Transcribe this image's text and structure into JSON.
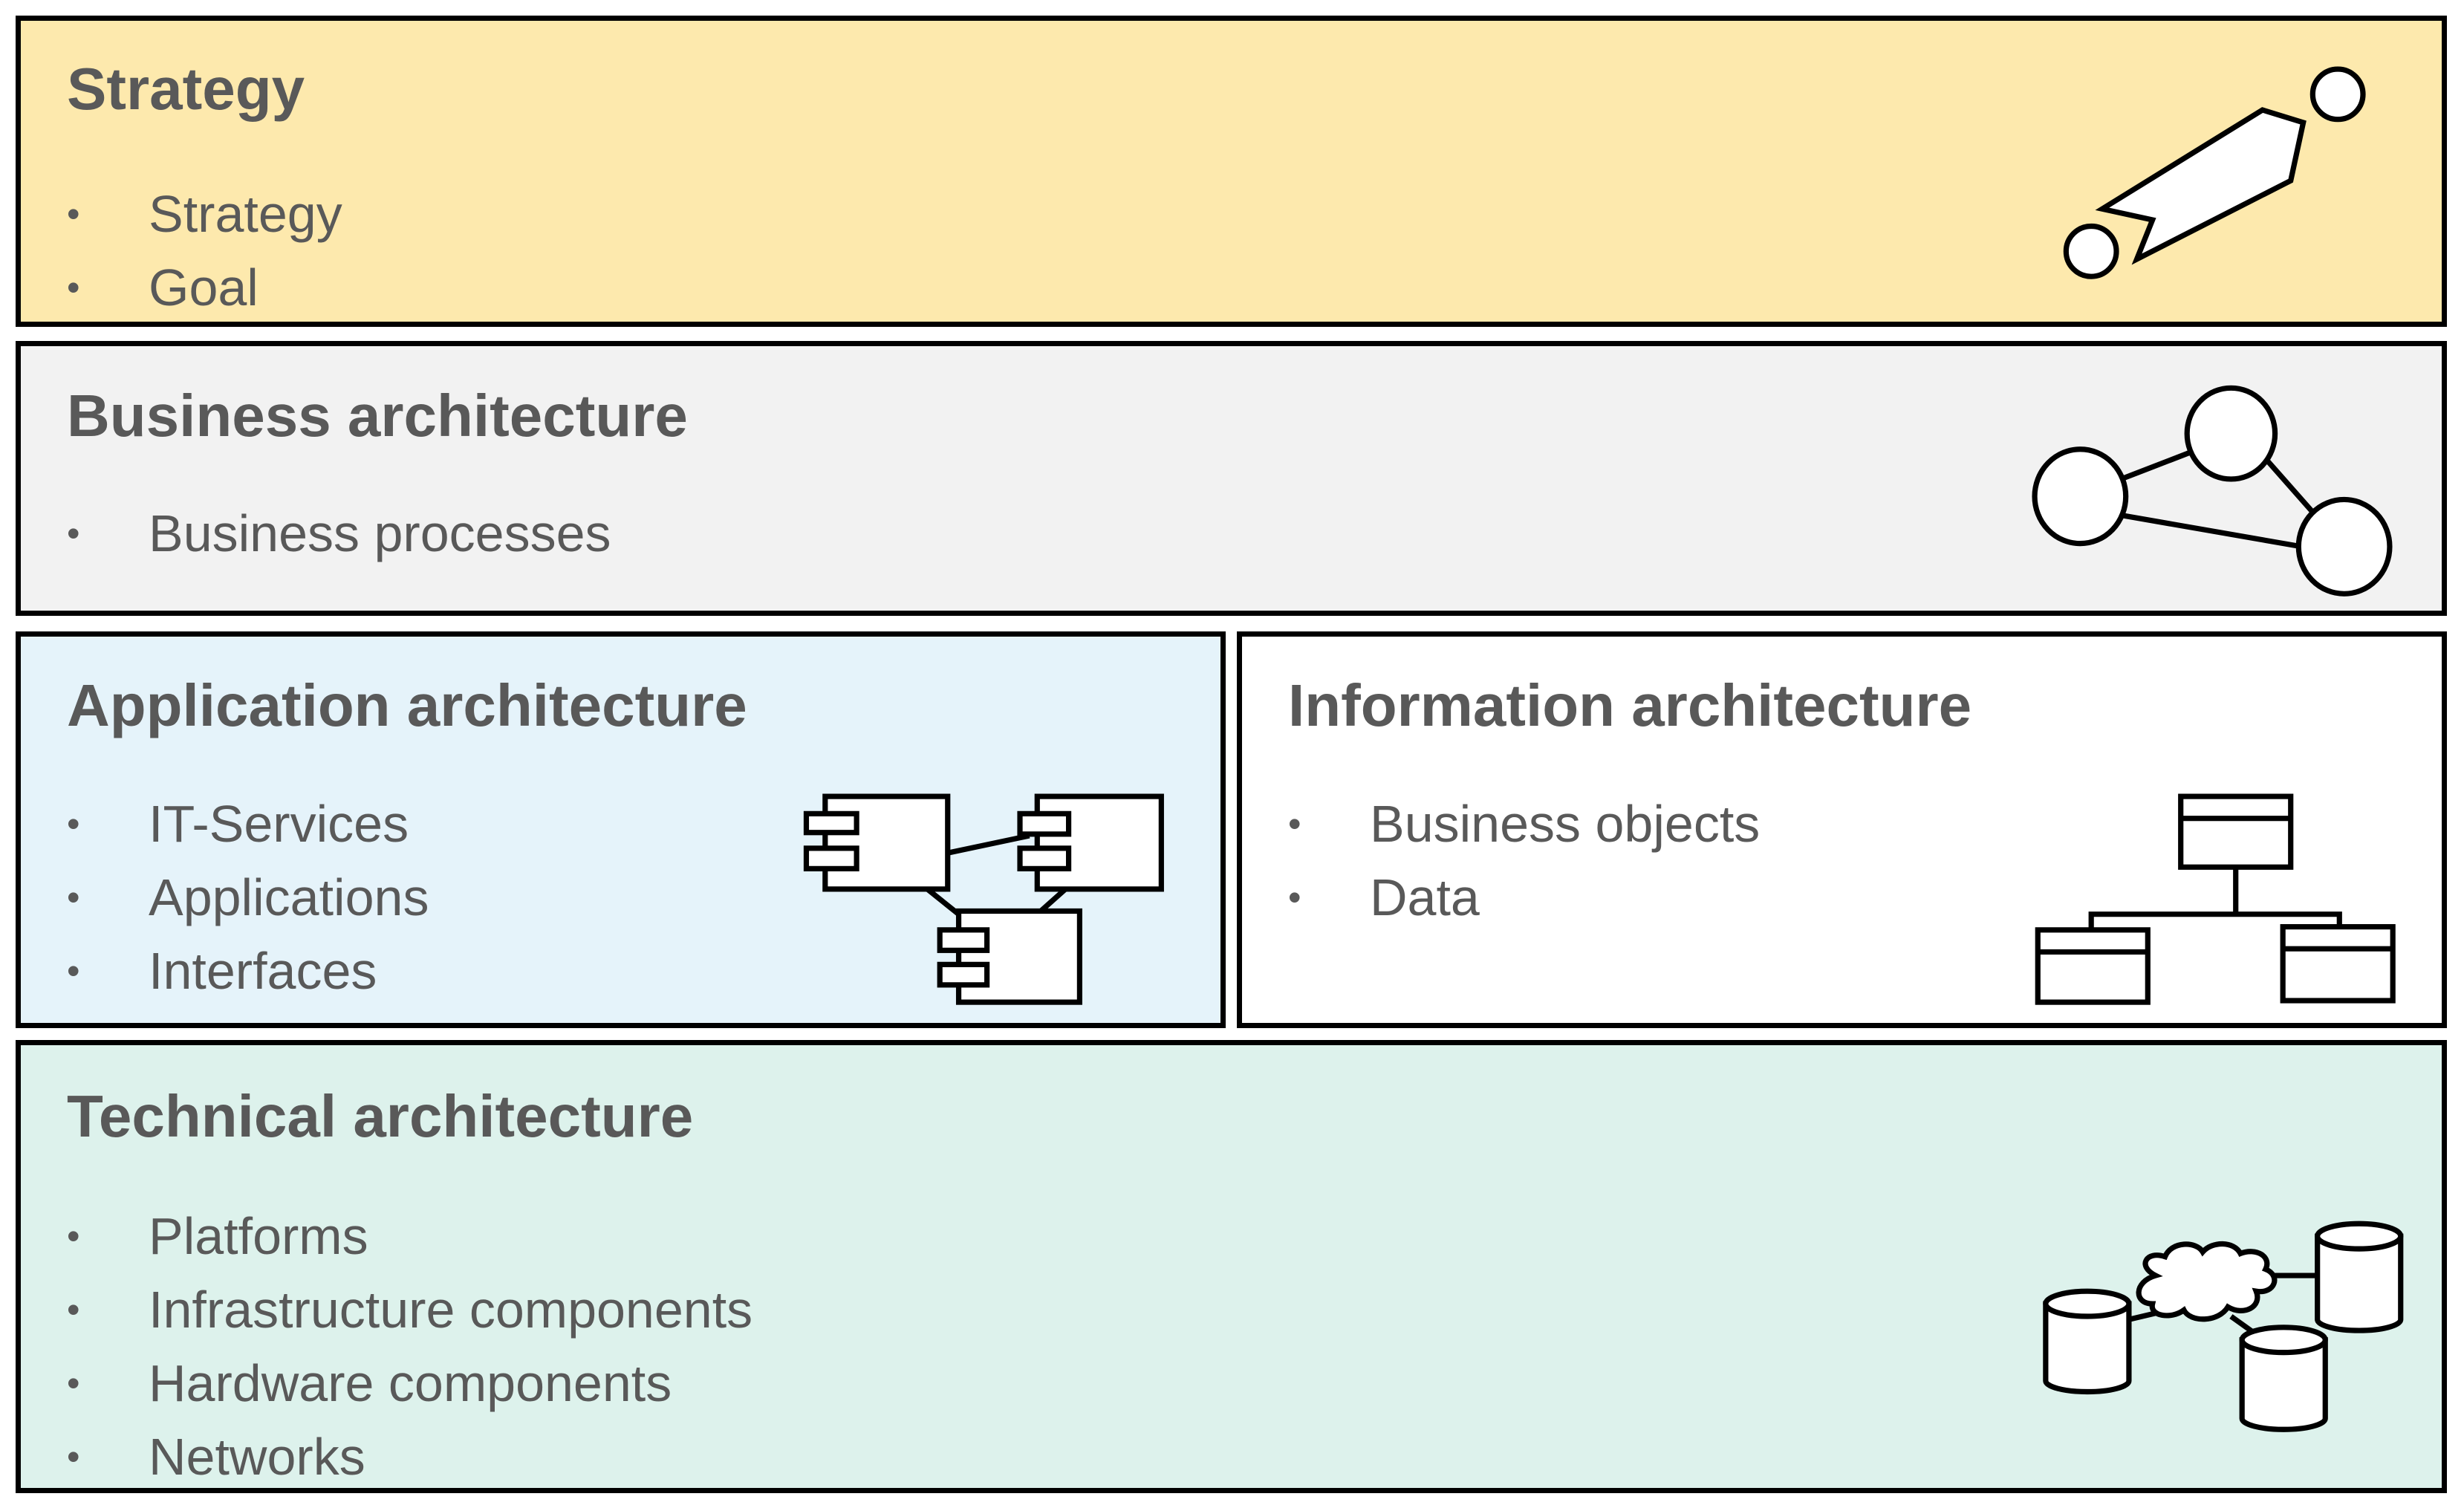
{
  "layers": {
    "strategy": {
      "title": "Strategy",
      "items": [
        "Strategy",
        "Goal"
      ],
      "color": "#FDE9AD",
      "icon": "strategy-arrow-icon"
    },
    "business": {
      "title": "Business architecture",
      "items": [
        "Business processes"
      ],
      "color": "#F2F2F2",
      "icon": "process-graph-icon"
    },
    "application": {
      "title": "Application architecture",
      "items": [
        "IT-Services",
        "Applications",
        "Interfaces"
      ],
      "color": "#E5F3FA",
      "icon": "component-icon"
    },
    "information": {
      "title": "Information architecture",
      "items": [
        "Business objects",
        "Data"
      ],
      "color": "#FFFFFF",
      "icon": "class-hierarchy-icon"
    },
    "technical": {
      "title": "Technical architecture",
      "items": [
        "Platforms",
        "Infrastructure components",
        "Hardware components",
        "Networks"
      ],
      "color": "#DDF2EC",
      "icon": "database-network-icon"
    }
  }
}
